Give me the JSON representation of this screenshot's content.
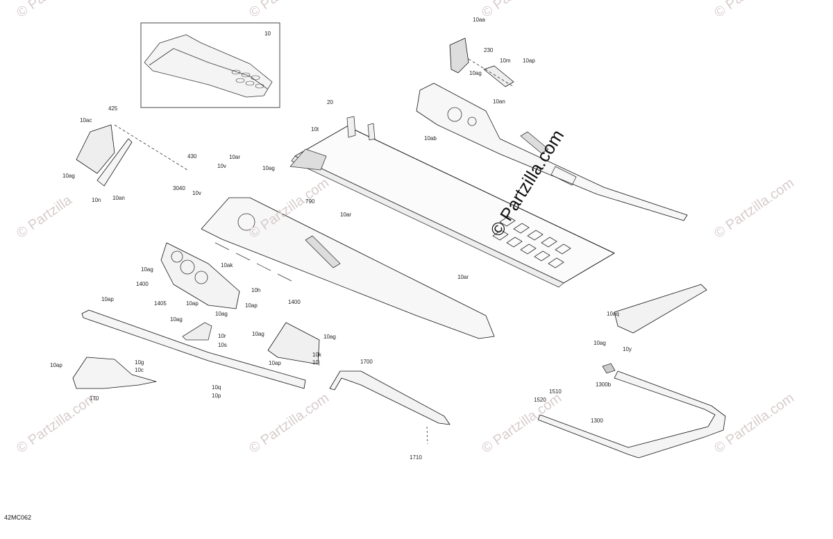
{
  "watermark": {
    "text": "© Partzilla",
    "main_text": "© Partzilla.com",
    "faint_text": "© Partzilla.com"
  },
  "diagram_code": "42MC062",
  "inset": {
    "number": "10"
  },
  "callouts": [
    "10aa",
    "230",
    "10m",
    "10ap",
    "10ag",
    "10an",
    "425",
    "10ac",
    "10ag",
    "10n",
    "10an",
    "430",
    "20",
    "10t",
    "10ab",
    "10ar",
    "10v",
    "10ag",
    "3040",
    "10v",
    "790",
    "10ar",
    "10ag",
    "1400",
    "10ak",
    "10h",
    "1405",
    "10ap",
    "10ap",
    "10ag",
    "1400",
    "10ar",
    "10ap",
    "10ag",
    "10r",
    "10s",
    "10ag",
    "10ag",
    "10ap",
    "10k",
    "10j",
    "10ap",
    "10g",
    "10c",
    "170",
    "10q",
    "10p",
    "1700",
    "1710",
    "10aq",
    "10ag",
    "10y",
    "1300b",
    "1520",
    "1510",
    "1300"
  ]
}
